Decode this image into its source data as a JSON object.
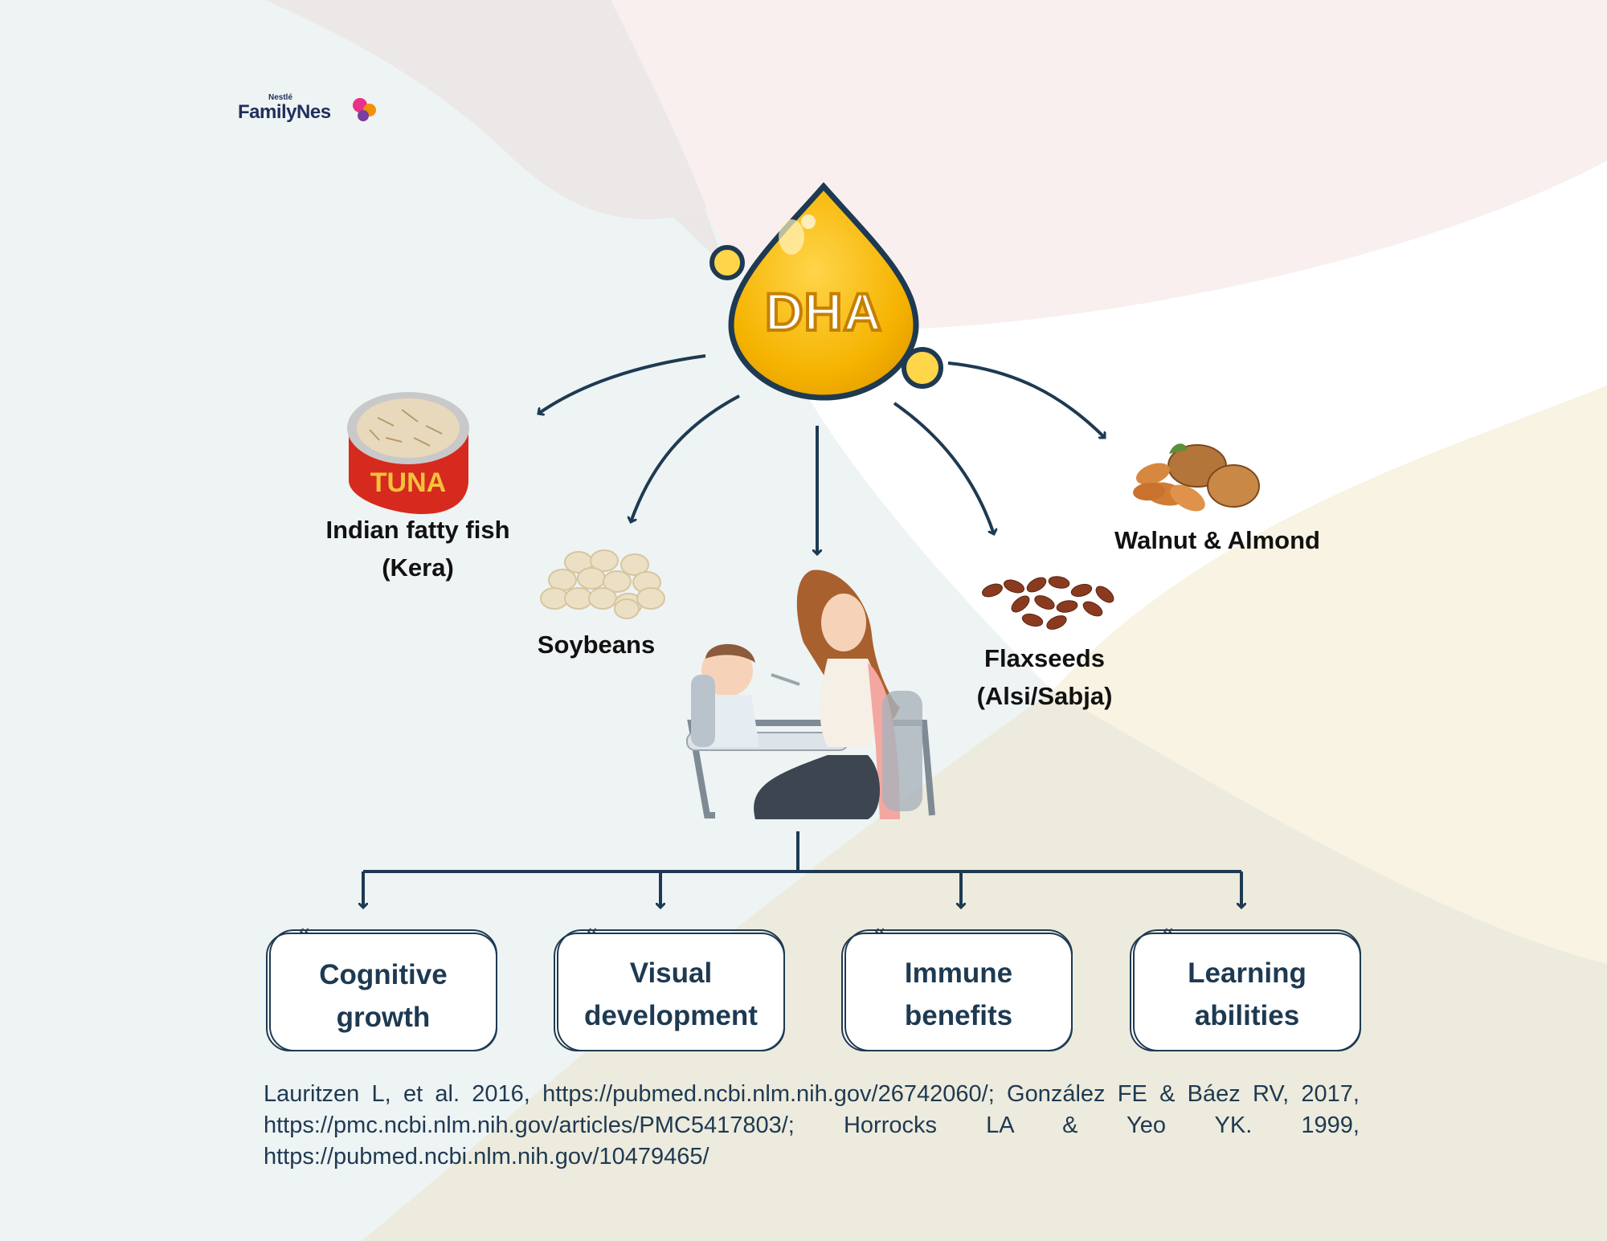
{
  "logo": {
    "sub": "Nestlé",
    "brand": "FamilyNes"
  },
  "center": {
    "label": "DHA"
  },
  "sources": [
    {
      "line1": "Indian fatty fish",
      "line2": "(Kera)",
      "icon": "tuna-can-icon",
      "can_text": "TUNA"
    },
    {
      "line1": "Soybeans",
      "line2": "",
      "icon": "soybeans-icon"
    },
    {
      "line1": "Flaxseeds",
      "line2": "(Alsi/Sabja)",
      "icon": "flaxseeds-icon"
    },
    {
      "line1": "Walnut & Almond",
      "line2": "",
      "icon": "nuts-icon"
    }
  ],
  "benefits": [
    {
      "line1": "Cognitive",
      "line2": "growth"
    },
    {
      "line1": "Visual",
      "line2": "development"
    },
    {
      "line1": "Immune",
      "line2": "benefits"
    },
    {
      "line1": "Learning",
      "line2": "abilities"
    }
  ],
  "citation": "Lauritzen L, et al. 2016, https://pubmed.ncbi.nlm.nih.gov/26742060/; González FE & Báez RV, 2017, https://pmc.ncbi.nlm.nih.gov/articles/PMC5417803/; Horrocks LA & Yeo YK. 1999, https://pubmed.ncbi.nlm.nih.gov/10479465/",
  "colors": {
    "arrow": "#1e3a52",
    "drop": "#f5b800",
    "text_dark": "#1e3a52"
  }
}
